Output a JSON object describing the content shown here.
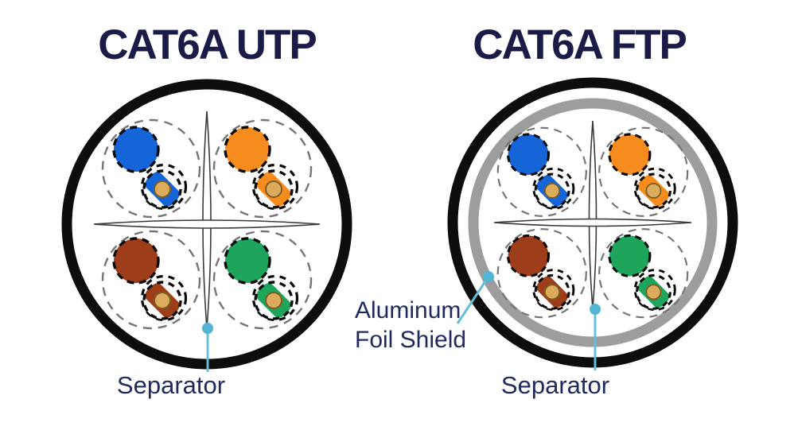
{
  "left_diagram": {
    "title": "CAT6A UTP",
    "separator_label": "Separator",
    "pairs": [
      "blue",
      "orange",
      "brown",
      "green"
    ]
  },
  "right_diagram": {
    "title": "CAT6A FTP",
    "separator_label": "Separator",
    "foil_label_line1": "Aluminum",
    "foil_label_line2": "Foil Shield",
    "pairs": [
      "blue",
      "orange",
      "brown",
      "green"
    ]
  },
  "colors": {
    "title_text": "#1b1b48",
    "label_text": "#212a5e",
    "leader": "#63c0da",
    "leader_dot": "#53b4d4",
    "jacket": "#0d0d0d",
    "foil": "#9d9d9d",
    "blue": "#1565d8",
    "orange": "#f78c1e",
    "brown": "#9e3d1a",
    "green": "#1fa45c",
    "copper": "#dcab5c",
    "copper_edge": "#7c5d22"
  }
}
